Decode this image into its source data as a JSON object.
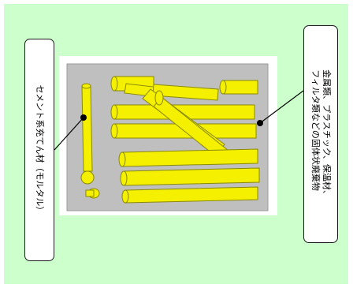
{
  "labels": {
    "left": "セメント系充てん材（モルタル）",
    "right_line1": "金属類、プラスチック、保温材、",
    "right_line2": "フィルタ類などの固体状廃棄物"
  },
  "colors": {
    "background": "#ccffcc",
    "drum_fill": "#bfbfbf",
    "pipe_fill": "#f5f000",
    "pipe_edge": "#8a8a00",
    "text": "#000000"
  }
}
